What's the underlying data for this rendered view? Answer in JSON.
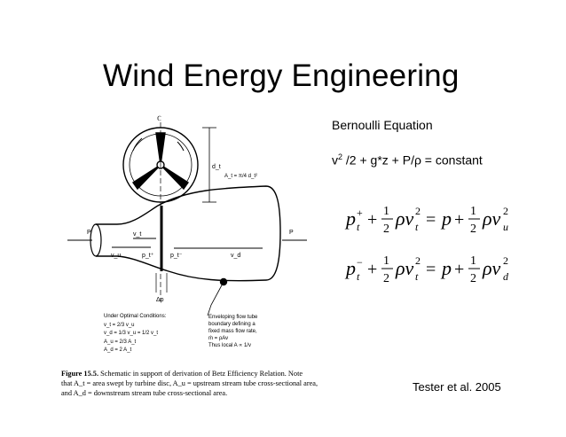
{
  "slide": {
    "title": "Wind Energy Engineering",
    "bernoulli_heading": "Bernoulli Equation",
    "bernoulli_equation_base": "v",
    "bernoulli_equation_exp": "2",
    "bernoulli_equation_rest": " /2 + g*z + P/ρ = constant",
    "citation": "Tester et al. 2005"
  },
  "figure": {
    "caption_label": "Figure 15.5.",
    "caption_line1": " Schematic in support of derivation of Betz Efficiency Relation. Note",
    "caption_line2": "that A_t = area swept by turbine disc, A_u = upstream stream tube cross-sectional area,",
    "caption_line3": "and A_d = downstream stream tube cross-sectional area.",
    "conditions_heading": "Under Optimal Conditions:",
    "conditions": [
      "v_t = 2/3 v_u",
      "v_d = 1/3 v_u = 1/2 v_t",
      "A_u = 2/3 A_t",
      "A_d = 2 A_t"
    ],
    "envelope_lines": [
      "Enveloping flow tube",
      "boundary defining a",
      "fixed mass flow rate,",
      "ṁ = ρAv",
      "Thus local  A ∝ 1/v"
    ],
    "labels": {
      "centerline": "ℂ",
      "dt": "d_t",
      "area_formula": "A_t = π/4 d_t²",
      "p_left": "P",
      "p_right": "P",
      "vu": "v_u",
      "vt": "v_t",
      "vd": "v_d",
      "pt_plus": "p_t⁺",
      "pt_minus": "p_t⁻",
      "dp": "Δp"
    }
  },
  "formulas": [
    {
      "lhs_sup": "+",
      "rhs_sub": "u"
    },
    {
      "lhs_sup": "−",
      "rhs_sub": "d"
    }
  ]
}
